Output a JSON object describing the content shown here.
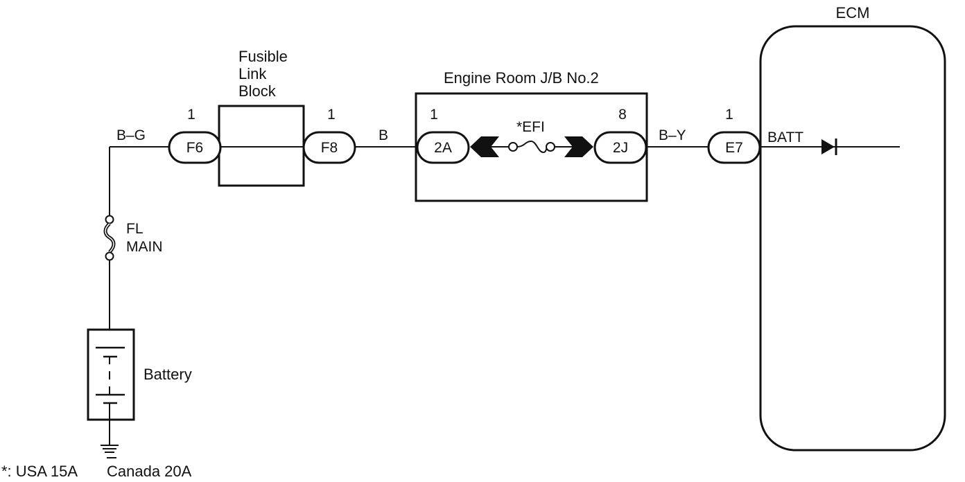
{
  "ecm": {
    "title": "ECM",
    "pin_label": "BATT"
  },
  "fusible_link_block": {
    "line1": "Fusible",
    "line2": "Link",
    "line3": "Block"
  },
  "engine_room_jb": {
    "title": "Engine Room J/B No.2",
    "fuse_label": "*EFI"
  },
  "connectors": {
    "f6": {
      "pin": "1",
      "label": "F6"
    },
    "f8": {
      "pin": "1",
      "label": "F8"
    },
    "a2": {
      "pin": "1",
      "label": "2A"
    },
    "j2": {
      "pin": "8",
      "label": "2J"
    },
    "e7": {
      "pin": "1",
      "label": "E7"
    }
  },
  "wires": {
    "bg": "B–G",
    "b": "B",
    "by": "B–Y"
  },
  "fl_main": {
    "line1": "FL",
    "line2": "MAIN"
  },
  "battery": {
    "label": "Battery"
  },
  "footnote": {
    "prefix": "*: USA 15A",
    "suffix": "Canada 20A"
  }
}
